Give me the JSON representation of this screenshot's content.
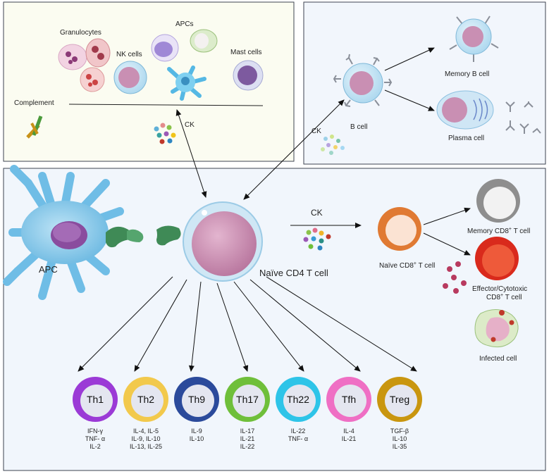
{
  "panels": {
    "innate": {
      "labels": {
        "granulocytes": "Granulocytes",
        "apcs": "APCs",
        "nk_cells": "NK cells",
        "mast_cells": "Mast cells",
        "complement": "Complement",
        "ck": "CK"
      }
    },
    "humoral": {
      "labels": {
        "ck": "CK",
        "b_cell": "B cell",
        "memory_b": "Memory B cell",
        "plasma": "Plasma cell"
      }
    },
    "main": {
      "labels": {
        "apc": "APC",
        "naive_cd4": "Naïve CD4 T cell",
        "ck": "CK",
        "naive_cd8": "Naïve CD8",
        "naive_cd8_tail": " T cell",
        "memory_cd8": "Memory CD8",
        "memory_cd8_tail": " T cell",
        "effector_line1": "Effector/Cytotoxic",
        "effector_line2": "CD8",
        "effector_line2_tail": " T cell",
        "infected": "Infected cell",
        "superscript_plus": "+"
      },
      "subsets": [
        {
          "name": "Th1",
          "cytokines": [
            "IFN-γ",
            "TNF- α",
            "IL-2"
          ],
          "color": "#9b3ad6"
        },
        {
          "name": "Th2",
          "cytokines": [
            "IL-4, IL-5",
            "IL-9, IL-10",
            "IL-13, IL-25"
          ],
          "color": "#f2c94c"
        },
        {
          "name": "Th9",
          "cytokines": [
            "IL-9",
            "IL-10"
          ],
          "color": "#2b4a9b"
        },
        {
          "name": "Th17",
          "cytokines": [
            "IL-17",
            "IL-21",
            "IL-22"
          ],
          "color": "#6fbf3a"
        },
        {
          "name": "Th22",
          "cytokines": [
            "IL-22",
            "TNF- α"
          ],
          "color": "#2ec4e8"
        },
        {
          "name": "Tfh",
          "cytokines": [
            "IL-4",
            "IL-21"
          ],
          "color": "#ef6fc4"
        },
        {
          "name": "Treg",
          "cytokines": [
            "TGF-β",
            "IL-10",
            "IL-35"
          ],
          "color": "#c9960f"
        }
      ]
    }
  },
  "colors": {
    "panel_top_left": "#fbfcf1",
    "panel_top_right": "#f2f6fc",
    "panel_main": "#f1f6fc",
    "panel_border": "#3c4350",
    "cd4_cell": "#cf95b8",
    "apc": "#7cc4e8",
    "cd8": "#e07a33",
    "memory_cd8": "#8e8e8e",
    "effector_cd8": "#d92a1c"
  }
}
